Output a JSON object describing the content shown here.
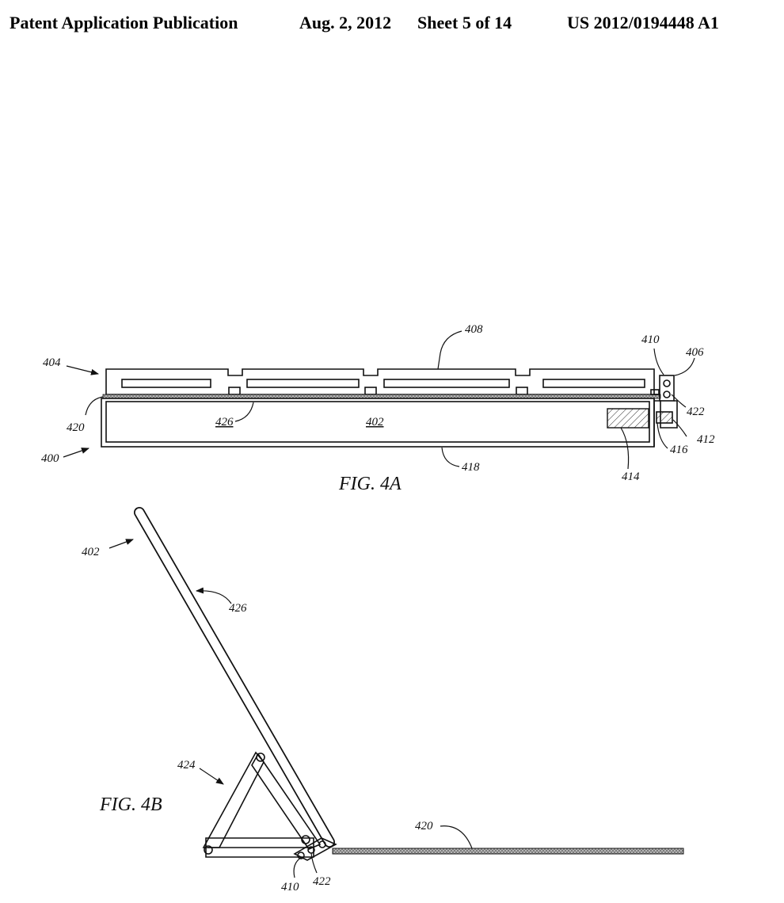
{
  "header": {
    "left": "Patent Application Publication",
    "date": "Aug. 2, 2012",
    "sheet": "Sheet 5 of 14",
    "number": "US 2012/0194448 A1"
  },
  "fig4a": {
    "label": "FIG. 4A",
    "refs": {
      "r408": "408",
      "r410": "410",
      "r406": "406",
      "r404": "404",
      "r420": "420",
      "r426": "426",
      "r402": "402",
      "r422": "422",
      "r412": "412",
      "r416": "416",
      "r414": "414",
      "r418": "418",
      "r400": "400"
    }
  },
  "fig4b": {
    "label": "FIG. 4B",
    "refs": {
      "r402": "402",
      "r426": "426",
      "r424": "424",
      "r420": "420",
      "r410": "410",
      "r422": "422"
    }
  }
}
